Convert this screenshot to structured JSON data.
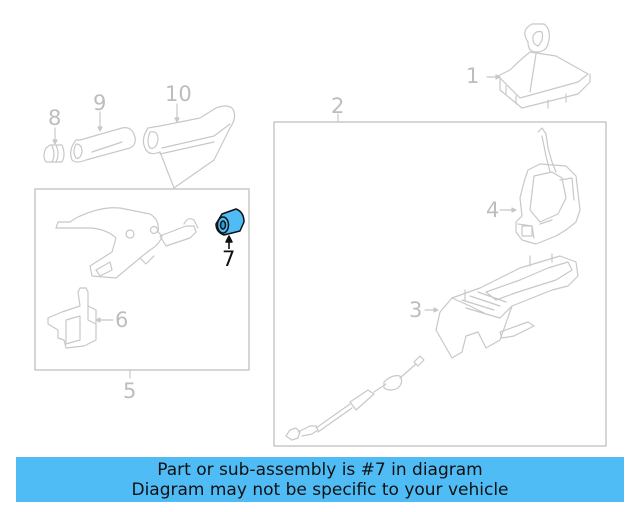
{
  "diagram": {
    "highlight_color": "#4fbcf5",
    "line_color": "#c8c8c8",
    "callouts": [
      {
        "id": "1",
        "label": "1"
      },
      {
        "id": "2",
        "label": "2"
      },
      {
        "id": "3",
        "label": "3"
      },
      {
        "id": "4",
        "label": "4"
      },
      {
        "id": "5",
        "label": "5"
      },
      {
        "id": "6",
        "label": "6"
      },
      {
        "id": "7",
        "label": "7",
        "highlighted": true
      },
      {
        "id": "8",
        "label": "8"
      },
      {
        "id": "9",
        "label": "9"
      },
      {
        "id": "10",
        "label": "10"
      }
    ]
  },
  "banner": {
    "line1": "Part or sub-assembly is #7 in diagram",
    "line2": "Diagram may not be specific to your vehicle",
    "background": "#4fbcf5"
  }
}
